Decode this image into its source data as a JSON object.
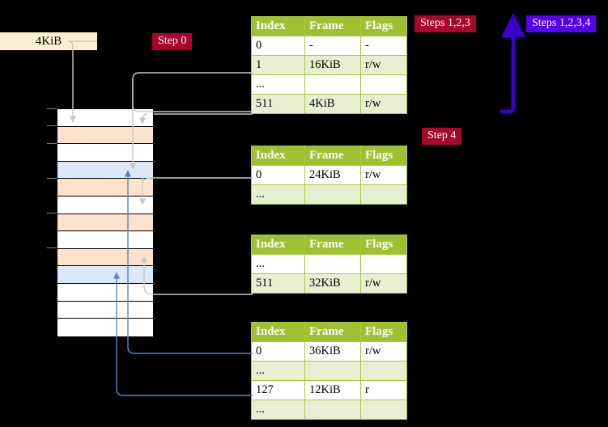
{
  "diagram": {
    "title_labels": {
      "size_label": "4KiB",
      "step0": "Step 0",
      "steps123": "Steps 1,2,3",
      "steps1234": "Steps 1,2,3,4",
      "step4": "Step 4"
    },
    "colors": {
      "header_green": "#9fc131",
      "row_alt_green": "#e8eed2",
      "badge_red": "#a8062a",
      "badge_blue": "#5500ee",
      "highlight_yellow": "#ffff99",
      "mem_peach": "#fde3cd",
      "mem_blue": "#dbe8f7",
      "size_label_bg": "#fdf0d0",
      "grey_arrow": "#c8c8c8",
      "blue_arrow": "#5b85b8"
    },
    "columns": [
      "Index",
      "Frame",
      "Flags"
    ],
    "tables": [
      {
        "name": "pml4-table",
        "rows": [
          {
            "index": "0",
            "frame": "-",
            "flags": "-",
            "style": "plain"
          },
          {
            "index": "1",
            "frame": "16KiB",
            "flags": "r/w",
            "style": "alt"
          },
          {
            "index": "...",
            "frame": "",
            "flags": "",
            "style": "plain"
          },
          {
            "index": "511",
            "frame": "4KiB",
            "flags": "r/w",
            "style": "alt",
            "highlight": true
          }
        ]
      },
      {
        "name": "pdp-table",
        "rows": [
          {
            "index": "0",
            "frame": "24KiB",
            "flags": "r/w",
            "style": "plain"
          },
          {
            "index": "...",
            "frame": "",
            "flags": "",
            "style": "alt"
          }
        ]
      },
      {
        "name": "pd-table",
        "rows": [
          {
            "index": "...",
            "frame": "",
            "flags": "",
            "style": "plain"
          },
          {
            "index": "511",
            "frame": "32KiB",
            "flags": "r/w",
            "style": "alt"
          }
        ]
      },
      {
        "name": "pt-table",
        "rows": [
          {
            "index": "0",
            "frame": "36KiB",
            "flags": "r/w",
            "style": "plain"
          },
          {
            "index": "...",
            "frame": "",
            "flags": "",
            "style": "alt"
          },
          {
            "index": "127",
            "frame": "12KiB",
            "flags": "r",
            "style": "plain"
          },
          {
            "index": "...",
            "frame": "",
            "flags": "",
            "style": "alt"
          }
        ]
      }
    ],
    "memory_rows": [
      {
        "fill": "white"
      },
      {
        "fill": "peach"
      },
      {
        "fill": "white"
      },
      {
        "fill": "blue"
      },
      {
        "fill": "peach"
      },
      {
        "fill": "white"
      },
      {
        "fill": "peach"
      },
      {
        "fill": "white"
      },
      {
        "fill": "peach"
      },
      {
        "fill": "blue"
      },
      {
        "fill": "white"
      },
      {
        "fill": "white"
      },
      {
        "fill": "white"
      }
    ]
  }
}
